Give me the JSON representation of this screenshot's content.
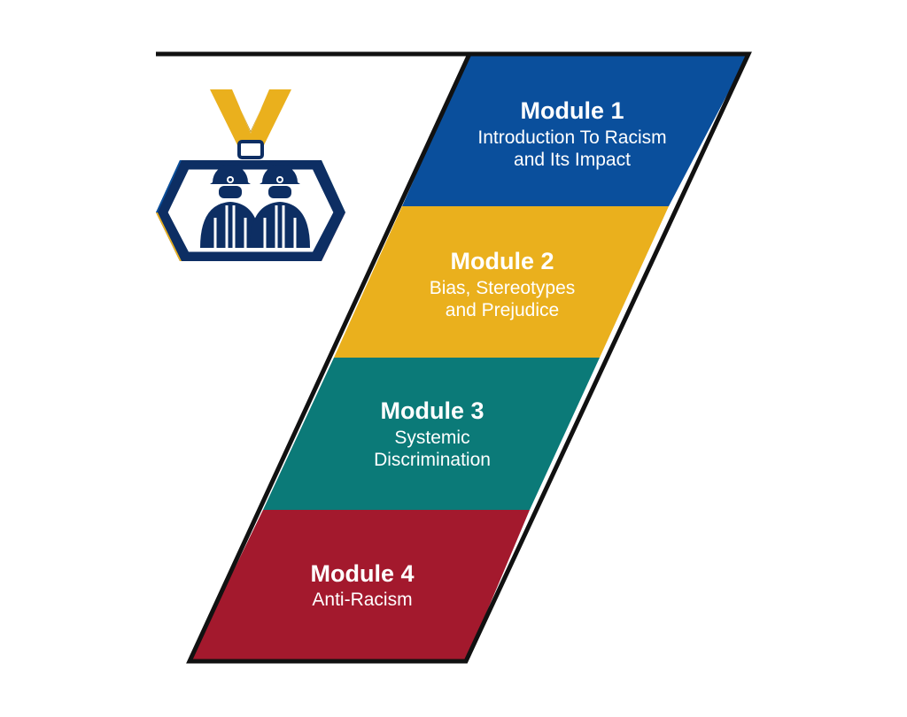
{
  "colors": {
    "module1": "#0A4F9C",
    "module2": "#EAB01D",
    "module3": "#0B7A78",
    "module4": "#A3192D",
    "outline": "#111111",
    "badge_navy": "#0D2E63",
    "badge_gold": "#EAB01D"
  },
  "badge": {
    "icon": "medal-workers-icon"
  },
  "modules": [
    {
      "title": "Module 1",
      "lines": [
        "Introduction To Racism",
        "and Its Impact"
      ]
    },
    {
      "title": "Module 2",
      "lines": [
        "Bias, Stereotypes",
        "and Prejudice"
      ]
    },
    {
      "title": "Module 3",
      "lines": [
        "Systemic",
        "Discrimination"
      ]
    },
    {
      "title": "Module 4",
      "lines": [
        "Anti-Racism"
      ]
    }
  ]
}
